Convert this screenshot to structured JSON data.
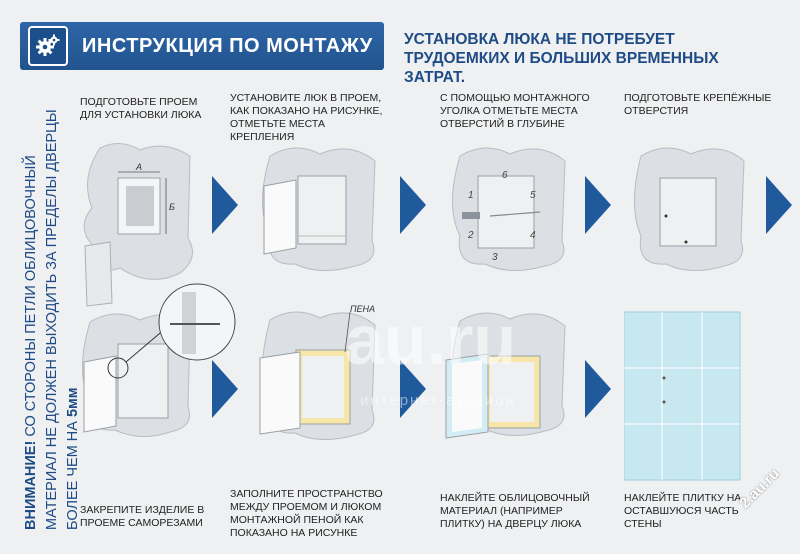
{
  "header": {
    "title": "ИНСТРУКЦИЯ ПО МОНТАЖУ",
    "icon": "gears-icon"
  },
  "headline": "УСТАНОВКА ЛЮКА НЕ ПОТРЕБУЕТ ТРУДОЕМКИХ И БОЛЬШИХ ВРЕМЕННЫХ ЗАТРАТ.",
  "warning": {
    "strong": "ВНИМАНИЕ!",
    "text": "СО СТОРОНЫ ПЕТЛИ ОБЛИЦОВОЧНЫЙ МАТЕРИАЛ НЕ ДОЛЖЕН ВЫХОДИТЬ ЗА ПРЕДЕЛЫ ДВЕРЦЫ БОЛЕЕ ЧЕМ НА",
    "value": "5мм"
  },
  "steps": [
    {
      "text": "ПОДГОТОВЬТЕ ПРОЕМ ДЛЯ УСТАНОВКИ ЛЮКА"
    },
    {
      "text": "УСТАНОВИТЕ ЛЮК В ПРОЕМ, КАК ПОКАЗАНО НА РИСУНКЕ, ОТМЕТЬТЕ МЕСТА КРЕПЛЕНИЯ"
    },
    {
      "text": "С ПОМОЩЬЮ МОНТАЖНОГО УГОЛКА ОТМЕТЬТЕ МЕСТА ОТВЕРСТИЙ В ГЛУБИНЕ"
    },
    {
      "text": "ПОДГОТОВЬТЕ КРЕПЁЖНЫЕ ОТВЕРСТИЯ"
    },
    {
      "text": "ЗАКРЕПИТЕ ИЗДЕЛИЕ В ПРОЕМЕ САМОРЕЗАМИ"
    },
    {
      "text": "ЗАПОЛНИТЕ ПРОСТРАНСТВО МЕЖДУ ПРОЕМОМ И ЛЮКОМ МОНТАЖНОЙ ПЕНОЙ КАК ПОКАЗАНО НА РИСУНКЕ"
    },
    {
      "text": "НАКЛЕЙТЕ ОБЛИЦОВОЧНЫЙ МАТЕРИАЛ (НАПРИМЕР ПЛИТКУ) НА ДВЕРЦУ ЛЮКА"
    },
    {
      "text": "НАКЛЕЙТЕ ПЛИТКУ НА ОСТАВШУЮСЯ ЧАСТЬ СТЕНЫ"
    }
  ],
  "labels": {
    "dim_a": "А",
    "dim_b": "Б",
    "foam": "ПЕНА",
    "marks": [
      "1",
      "2",
      "3",
      "4",
      "5",
      "6"
    ]
  },
  "watermark": {
    "main": "au.ru",
    "sub": "интернет-аукцион",
    "corner": "2.au.ru"
  },
  "colors": {
    "brand_blue": "#21538e",
    "arrow_blue": "#1f5a9c",
    "wall": "#dcdfe3"
  }
}
